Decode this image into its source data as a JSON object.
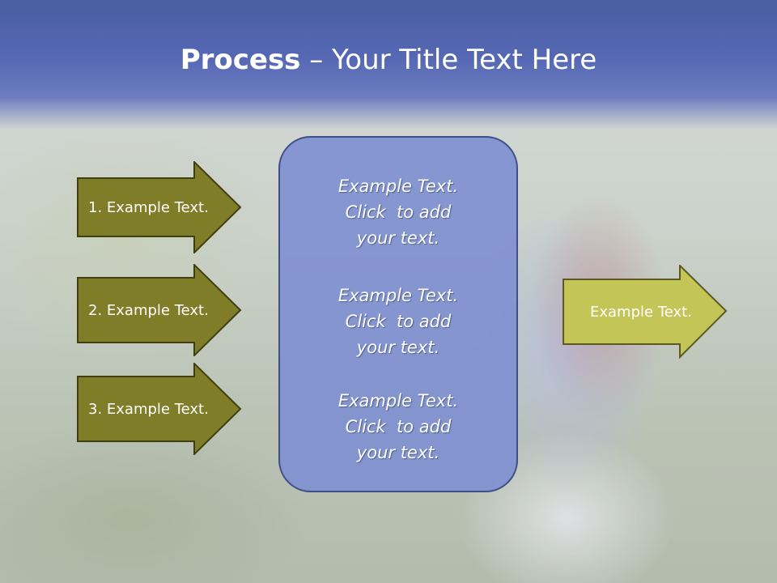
{
  "slide": {
    "title_bold": "Process",
    "title_rest": " – Your Title Text Here"
  },
  "left_arrows": [
    {
      "label": "1. Example Text."
    },
    {
      "label": "2. Example Text."
    },
    {
      "label": "3. Example Text."
    }
  ],
  "center_box": {
    "items": [
      {
        "line1": "Example Text.",
        "line2": "Click  to add",
        "line3": "your text."
      },
      {
        "line1": "Example Text.",
        "line2": "Click  to add",
        "line3": "your text."
      },
      {
        "line1": "Example Text.",
        "line2": "Click  to add",
        "line3": "your text."
      }
    ]
  },
  "right_arrow": {
    "label": "Example Text."
  },
  "colors": {
    "header": "#5668b4",
    "left_arrow_fill": "#7f7d28",
    "left_arrow_stroke": "#3f3f12",
    "center_box_fill": "#7c8dd2",
    "right_arrow_fill": "#c3c657"
  }
}
